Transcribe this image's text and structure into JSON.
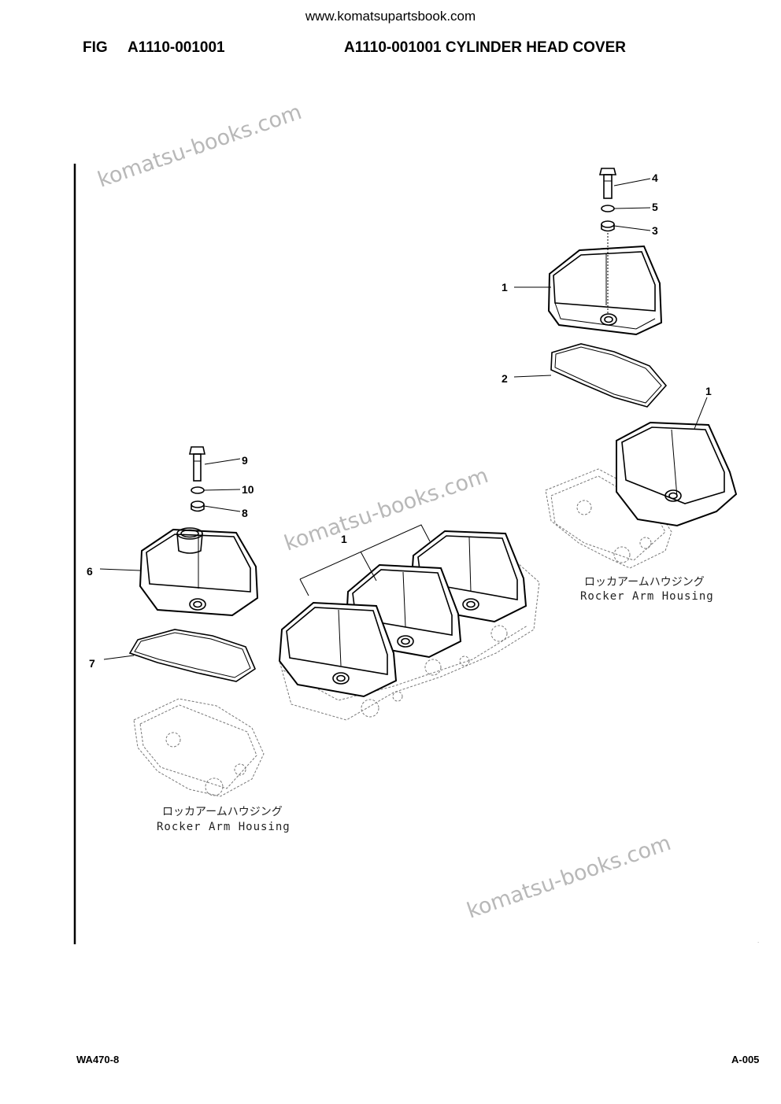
{
  "header": {
    "site_url": "www.komatsupartsbook.com",
    "fig_label": "FIG",
    "fig_number": "A1110-001001",
    "fig_title": "A1110-001001 CYLINDER HEAD COVER"
  },
  "diagram": {
    "callouts": [
      "4",
      "5",
      "3",
      "1",
      "2",
      "1",
      "9",
      "10",
      "8",
      "6",
      "7",
      "1"
    ],
    "housing_labels": {
      "japanese": "ロッカアームハウジング",
      "english": "Rocker Arm Housing"
    },
    "watermarks": [
      "komatsu-books.com",
      "komatsu-books.com",
      "komatsu-books.com"
    ]
  },
  "footer": {
    "model": "WA470-8",
    "page": "A-005"
  }
}
